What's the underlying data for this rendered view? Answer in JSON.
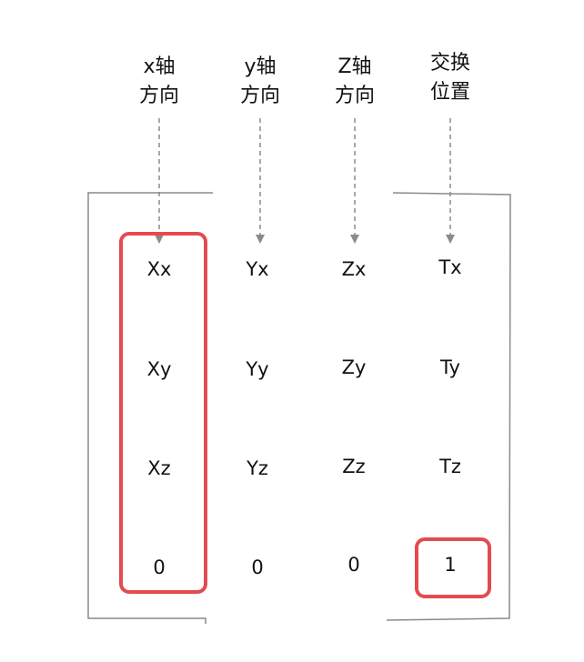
{
  "headers": [
    {
      "line1": "x轴",
      "line2": "方向"
    },
    {
      "line1": "y轴",
      "line2": "方向"
    },
    {
      "line1": "Z轴",
      "line2": "方向"
    },
    {
      "line1": "交换",
      "line2": "位置"
    }
  ],
  "matrix": [
    [
      "Xx",
      "Yx",
      "Zx",
      "Tx"
    ],
    [
      "Xy",
      "Yy",
      "Zy",
      "Ty"
    ],
    [
      "Xz",
      "Yz",
      "Zz",
      "Tz"
    ],
    [
      "0",
      "0",
      "0",
      "1"
    ]
  ],
  "colors": {
    "highlight": "#e34b4f",
    "bracket": "#8a8a8a",
    "arrow": "#8a8a8a"
  }
}
